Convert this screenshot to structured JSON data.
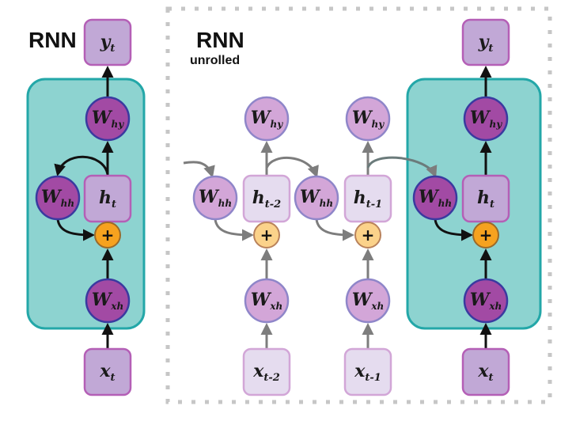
{
  "colors": {
    "teal_fill": "#8dd3d0",
    "teal_stroke": "#23a7a8",
    "weight_active_fill": "#a24aa4",
    "weight_active_stroke": "#3a3aa0",
    "weight_faded_fill": "#d3a6d8",
    "weight_faded_stroke": "#8f86c9",
    "state_active_fill": "#c1a8d6",
    "state_active_stroke": "#b45fb6",
    "state_faded_fill": "#e5dcef",
    "state_faded_stroke": "#d2a6d7",
    "sum_active_fill": "#f6a21f",
    "sum_active_stroke": "#9a6a2a",
    "sum_faded_fill": "#fbd28a",
    "sum_faded_stroke": "#b9825b",
    "arrow_active": "#111111",
    "arrow_faded": "#7d7d7d",
    "dotted_border": "#c6c6c6"
  },
  "folded": {
    "title": "RNN",
    "output": {
      "base": "y",
      "sub": "t"
    },
    "w_out": {
      "base": "W",
      "sub": "hy"
    },
    "w_rec": {
      "base": "W",
      "sub": "hh"
    },
    "hidden": {
      "base": "h",
      "sub": "t"
    },
    "sum": "+",
    "w_in": {
      "base": "W",
      "sub": "xh"
    },
    "input": {
      "base": "x",
      "sub": "t"
    }
  },
  "unrolled": {
    "title": "RNN",
    "subtitle": "unrolled",
    "steps": [
      {
        "w_out": {
          "base": "W",
          "sub": "hy"
        },
        "w_rec": {
          "base": "W",
          "sub": "hh"
        },
        "hidden": {
          "base": "h",
          "sub": "t-2"
        },
        "sum": "+",
        "w_in": {
          "base": "W",
          "sub": "xh"
        },
        "input": {
          "base": "x",
          "sub": "t-2"
        }
      },
      {
        "w_out": {
          "base": "W",
          "sub": "hy"
        },
        "w_rec": {
          "base": "W",
          "sub": "hh"
        },
        "hidden": {
          "base": "h",
          "sub": "t-1"
        },
        "sum": "+",
        "w_in": {
          "base": "W",
          "sub": "xh"
        },
        "input": {
          "base": "x",
          "sub": "t-1"
        }
      },
      {
        "output": {
          "base": "y",
          "sub": "t"
        },
        "w_out": {
          "base": "W",
          "sub": "hy"
        },
        "w_rec": {
          "base": "W",
          "sub": "hh"
        },
        "hidden": {
          "base": "h",
          "sub": "t"
        },
        "sum": "+",
        "w_in": {
          "base": "W",
          "sub": "xh"
        },
        "input": {
          "base": "x",
          "sub": "t"
        }
      }
    ]
  }
}
